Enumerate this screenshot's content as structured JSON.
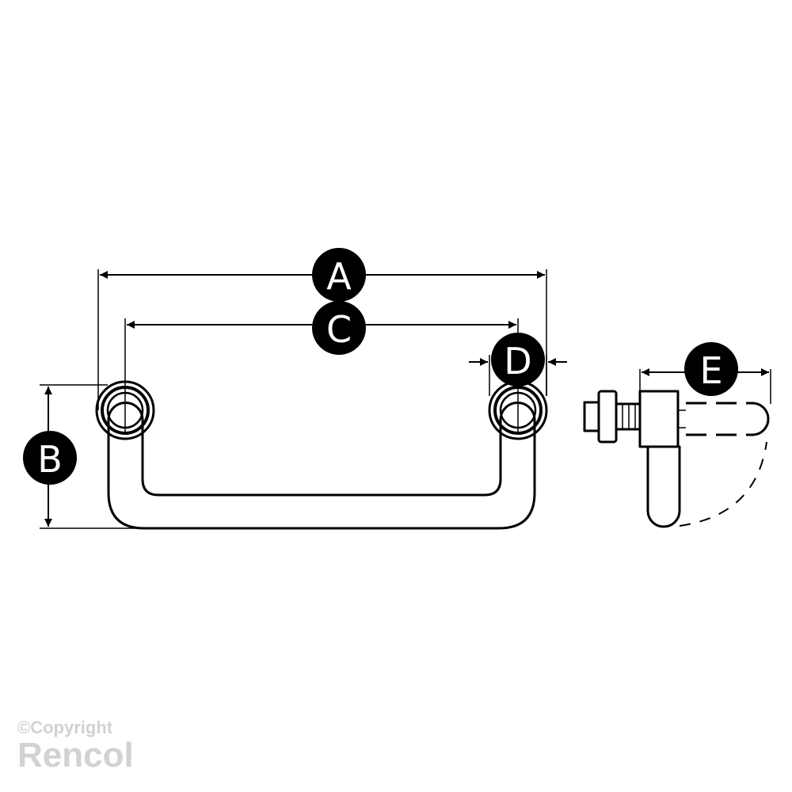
{
  "dimensions": {
    "A": "A",
    "B": "B",
    "C": "C",
    "D": "D",
    "E": "E"
  },
  "watermark": {
    "copyright": "©Copyright",
    "brand": "Rencol"
  },
  "colors": {
    "line": "#000000",
    "badge_fill": "#000000",
    "badge_text": "#ffffff",
    "watermark": "#d2d2d2"
  }
}
